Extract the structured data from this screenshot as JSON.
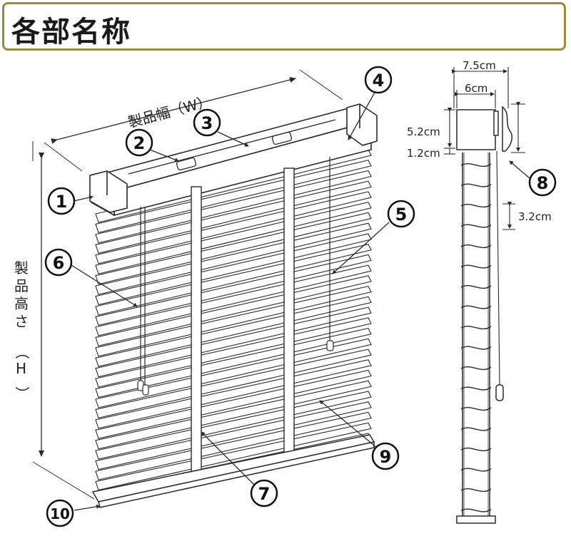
{
  "title": "各部名称",
  "dimensions": {
    "width_label": "製品幅（W）",
    "height_label_chars": [
      "製",
      "品",
      "高",
      "さ",
      "（",
      "H",
      "）"
    ]
  },
  "callouts": [
    "1",
    "2",
    "3",
    "4",
    "5",
    "6",
    "7",
    "8",
    "9",
    "10"
  ],
  "side_measurements": {
    "total_depth": "7.5cm",
    "rail_depth": "6cm",
    "rail_height": "5.2cm",
    "gap": "1.2cm",
    "slat_pitch": "3.2cm"
  },
  "colors": {
    "title_border": "#a08a3c",
    "line": "#2a2a2a"
  }
}
